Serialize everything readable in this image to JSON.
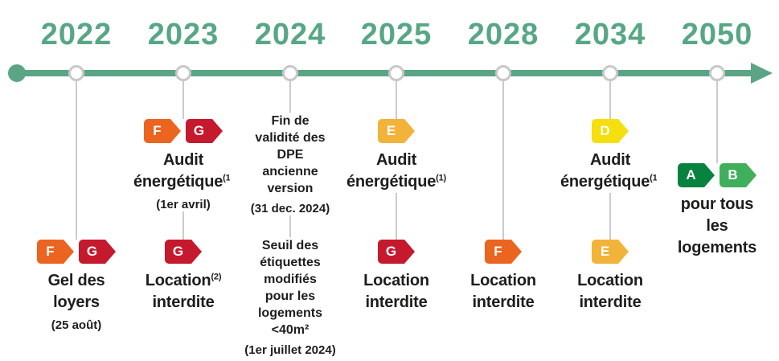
{
  "timeline": {
    "colors": {
      "axis_green": "#5aa585",
      "year_text": "#57a785",
      "connector_gray": "#cbcbcb",
      "text_black": "#1d1d1b",
      "badge_letter": "#ffffff",
      "badges": {
        "A": "#07823f",
        "B": "#3faf5c",
        "D": "#f5df0e",
        "E": "#f2b33b",
        "F": "#eb6420",
        "G": "#c5192e"
      }
    },
    "columns": [
      {
        "year": "2022",
        "events": [
          {
            "slot": "lower",
            "badges": [
              "F",
              "G"
            ],
            "lines": [
              {
                "text": "Gel des"
              },
              {
                "text": "loyers"
              }
            ],
            "note": "(25 août)"
          }
        ]
      },
      {
        "year": "2023",
        "events": [
          {
            "slot": "upper",
            "badges": [
              "F",
              "G"
            ],
            "lines": [
              {
                "text": "Audit"
              },
              {
                "text": "énergétique",
                "sup": "(1)"
              }
            ],
            "note": "(1er avril)"
          },
          {
            "slot": "lower",
            "badges": [
              "G"
            ],
            "lines": [
              {
                "text": "Location",
                "sup": "(2)"
              },
              {
                "text": "interdite"
              }
            ]
          }
        ]
      },
      {
        "year": "2024",
        "events": [
          {
            "slot": "upper",
            "size": "small",
            "lines": [
              {
                "text": "Fin de"
              },
              {
                "text": "validité des"
              },
              {
                "text": "DPE"
              },
              {
                "text": "ancienne"
              },
              {
                "text": "version"
              }
            ],
            "note": "(31 dec. 2024)"
          },
          {
            "slot": "lower",
            "size": "small",
            "lines": [
              {
                "text": "Seuil des"
              },
              {
                "text": "étiquettes"
              },
              {
                "text": "modifiés"
              },
              {
                "text": "pour les"
              },
              {
                "text": "logements"
              },
              {
                "text": "<40m²"
              }
            ],
            "note": "(1er juillet 2024)"
          }
        ]
      },
      {
        "year": "2025",
        "events": [
          {
            "slot": "upper",
            "badges": [
              "E"
            ],
            "lines": [
              {
                "text": "Audit"
              },
              {
                "text": "énergétique",
                "sup": "(1)"
              }
            ]
          },
          {
            "slot": "lower",
            "badges": [
              "G"
            ],
            "lines": [
              {
                "text": "Location"
              },
              {
                "text": "interdite"
              }
            ]
          }
        ]
      },
      {
        "year": "2028",
        "events": [
          {
            "slot": "lower",
            "badges": [
              "F"
            ],
            "lines": [
              {
                "text": "Location"
              },
              {
                "text": "interdite"
              }
            ]
          }
        ]
      },
      {
        "year": "2034",
        "events": [
          {
            "slot": "upper",
            "badges": [
              "D"
            ],
            "lines": [
              {
                "text": "Audit"
              },
              {
                "text": "énergétique",
                "sup": "(1)"
              }
            ]
          },
          {
            "slot": "lower",
            "badges": [
              "E"
            ],
            "lines": [
              {
                "text": "Location"
              },
              {
                "text": "interdite"
              }
            ]
          }
        ]
      },
      {
        "year": "2050",
        "events": [
          {
            "slot": "mid",
            "badges": [
              "A",
              "B"
            ],
            "lines": [
              {
                "text": "pour tous"
              },
              {
                "text": "les"
              },
              {
                "text": "logements"
              }
            ]
          }
        ]
      }
    ]
  }
}
